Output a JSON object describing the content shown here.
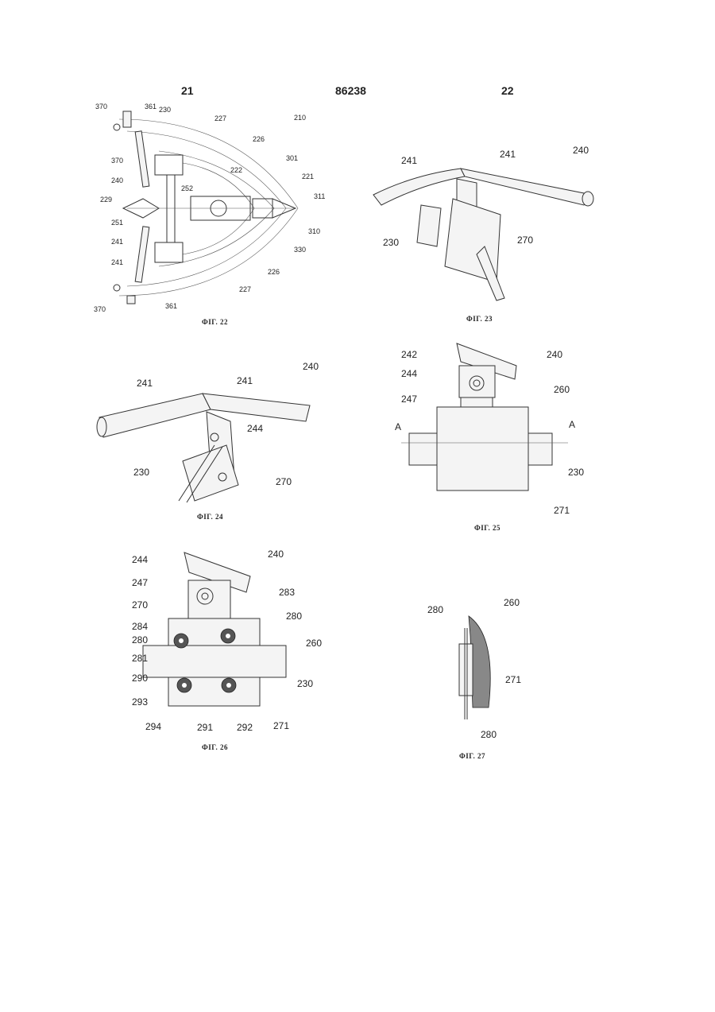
{
  "header": {
    "left_page": "21",
    "center_number": "86238",
    "right_page": "22"
  },
  "captions": {
    "fig22": "ФІГ. 22",
    "fig23": "ФІГ. 23",
    "fig24": "ФІГ. 24",
    "fig25": "ФІГ. 25",
    "fig26": "ФІГ. 26",
    "fig27": "ФІГ. 27"
  },
  "fig22": {
    "labels": [
      "370",
      "361",
      "230",
      "227",
      "210",
      "226",
      "370",
      "222",
      "301",
      "221",
      "240",
      "252",
      "229",
      "311",
      "251",
      "310",
      "241",
      "330",
      "241",
      "226",
      "227",
      "370",
      "361"
    ]
  },
  "fig23": {
    "labels": [
      "240",
      "241",
      "241",
      "230",
      "270"
    ]
  },
  "fig24": {
    "labels": [
      "240",
      "241",
      "241",
      "244",
      "230",
      "270"
    ]
  },
  "fig25": {
    "labels": [
      "242",
      "240",
      "244",
      "247",
      "260",
      "A",
      "A",
      "230",
      "271"
    ]
  },
  "fig26": {
    "labels": [
      "240",
      "244",
      "247",
      "283",
      "270",
      "280",
      "284",
      "280",
      "260",
      "281",
      "290",
      "230",
      "293",
      "291",
      "292",
      "271",
      "294"
    ]
  },
  "fig27": {
    "labels": [
      "280",
      "260",
      "271",
      "280"
    ]
  }
}
